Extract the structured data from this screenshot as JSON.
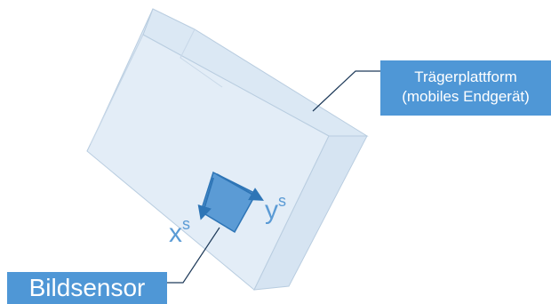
{
  "callouts": {
    "platform": {
      "line1": "Trägerplattform",
      "line2": "(mobiles Endgerät)"
    },
    "sensor": {
      "label": "Bildsensor"
    }
  },
  "axes": {
    "x": {
      "base": "x",
      "superscript": "s"
    },
    "y": {
      "base": "y",
      "superscript": "s"
    }
  },
  "colors": {
    "box_fill": "#dbe8f4",
    "box_edge": "#b9cde0",
    "sensor_fill": "#5b9bd5",
    "sensor_stroke": "#2e75b6",
    "callout_fill": "#4f97d6",
    "callout_text": "#ffffff",
    "leader_line": "#1f3b5a"
  }
}
